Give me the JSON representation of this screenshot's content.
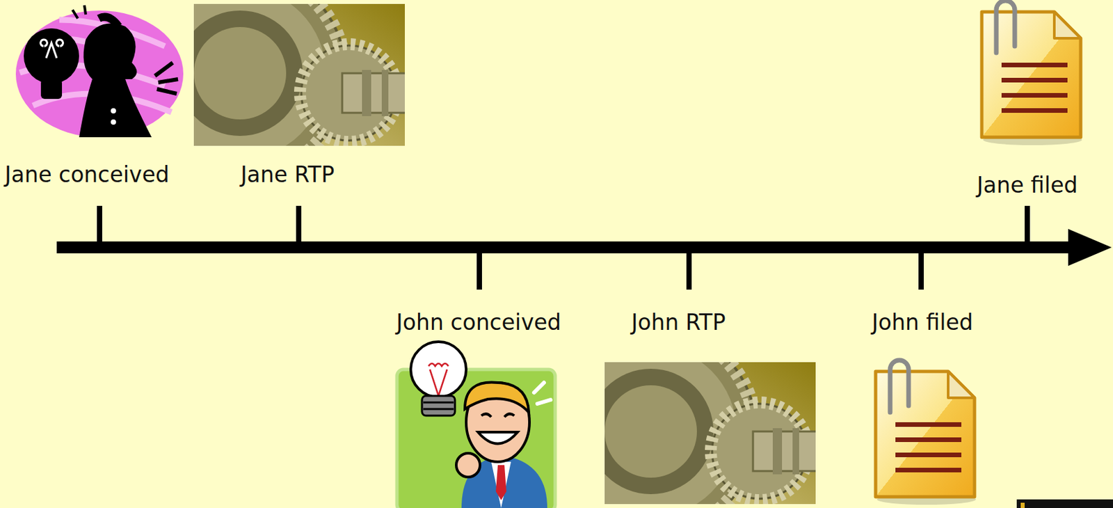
{
  "diagram": {
    "labels": [
      "Jane conceived",
      "Jane RTP",
      "Jane filed",
      "John conceived",
      "John RTP",
      "John filed"
    ]
  }
}
